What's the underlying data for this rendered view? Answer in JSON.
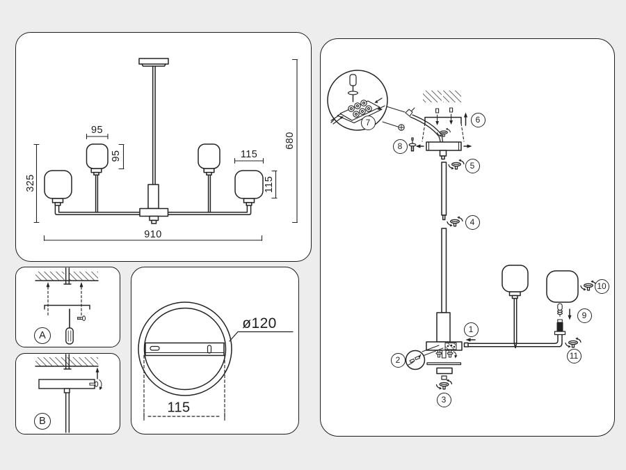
{
  "colors": {
    "background": "#ededed",
    "panel_fill": "#ffffff",
    "line": "#222222"
  },
  "main_view": {
    "dims": {
      "total_width": "910",
      "total_height": "680",
      "fixture_height": "325",
      "small_shade_width": "95",
      "small_shade_height": "95",
      "large_shade_width": "115",
      "large_shade_height": "115"
    }
  },
  "mount_detail_a": {
    "label": "A"
  },
  "mount_detail_b": {
    "label": "B"
  },
  "canopy_view": {
    "diameter": "ø120",
    "hole_spacing": "115"
  },
  "assembly_view": {
    "step_labels": [
      "1",
      "2",
      "3",
      "4",
      "5",
      "6",
      "7",
      "8",
      "9",
      "10",
      "11"
    ]
  },
  "icons": {
    "rotate_screw": "rotate-screw-icon",
    "screw_side": "screw-icon",
    "screwdriver": "screwdriver-icon",
    "arrow_up": "arrow-up-icon",
    "arrow_down": "arrow-down-icon",
    "ceiling_hatch": "ceiling-hatch",
    "terminal_block": "terminal-block-icon",
    "wire_connector": "wire-connector-icon"
  }
}
